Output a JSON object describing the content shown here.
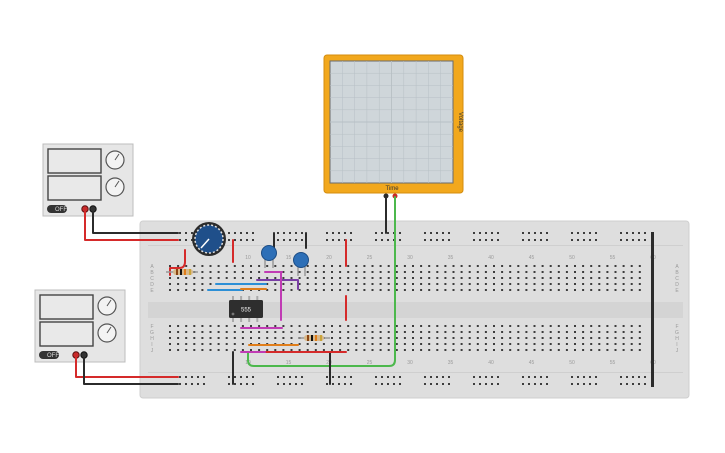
{
  "oscilloscope": {
    "axis_label_y": "Voltage",
    "axis_label_x": "Time",
    "frame_color": "#f2a81d",
    "screen_color": "#cfd6da"
  },
  "power_supply_top": {
    "off_label": "OFF"
  },
  "power_supply_bottom": {
    "off_label": "OFF"
  },
  "chip": {
    "label": "555"
  },
  "breadboard": {
    "columns_top": [
      "10",
      "15",
      "20",
      "25",
      "30",
      "35",
      "40",
      "45",
      "50",
      "55",
      "60"
    ],
    "columns_bottom": [
      "10",
      "15",
      "20",
      "25",
      "30",
      "35",
      "40",
      "45",
      "50",
      "55",
      "60"
    ],
    "rows_left": [
      "A",
      "B",
      "C",
      "D",
      "E",
      "F",
      "G",
      "H",
      "I",
      "J"
    ],
    "rows_right": [
      "A",
      "B",
      "C",
      "D",
      "E",
      "F",
      "G",
      "H",
      "I",
      "J"
    ]
  },
  "colors": {
    "wire_red": "#d52a2a",
    "wire_black": "#2b2b2b",
    "wire_green": "#4cb84c",
    "wire_magenta": "#c03bb4",
    "wire_purple": "#7a3fa5",
    "wire_blue": "#2c8fd6",
    "wire_orange": "#e07d1a",
    "capacitor": "#2d6fb7",
    "potentiometer": "#1f4f8a"
  }
}
